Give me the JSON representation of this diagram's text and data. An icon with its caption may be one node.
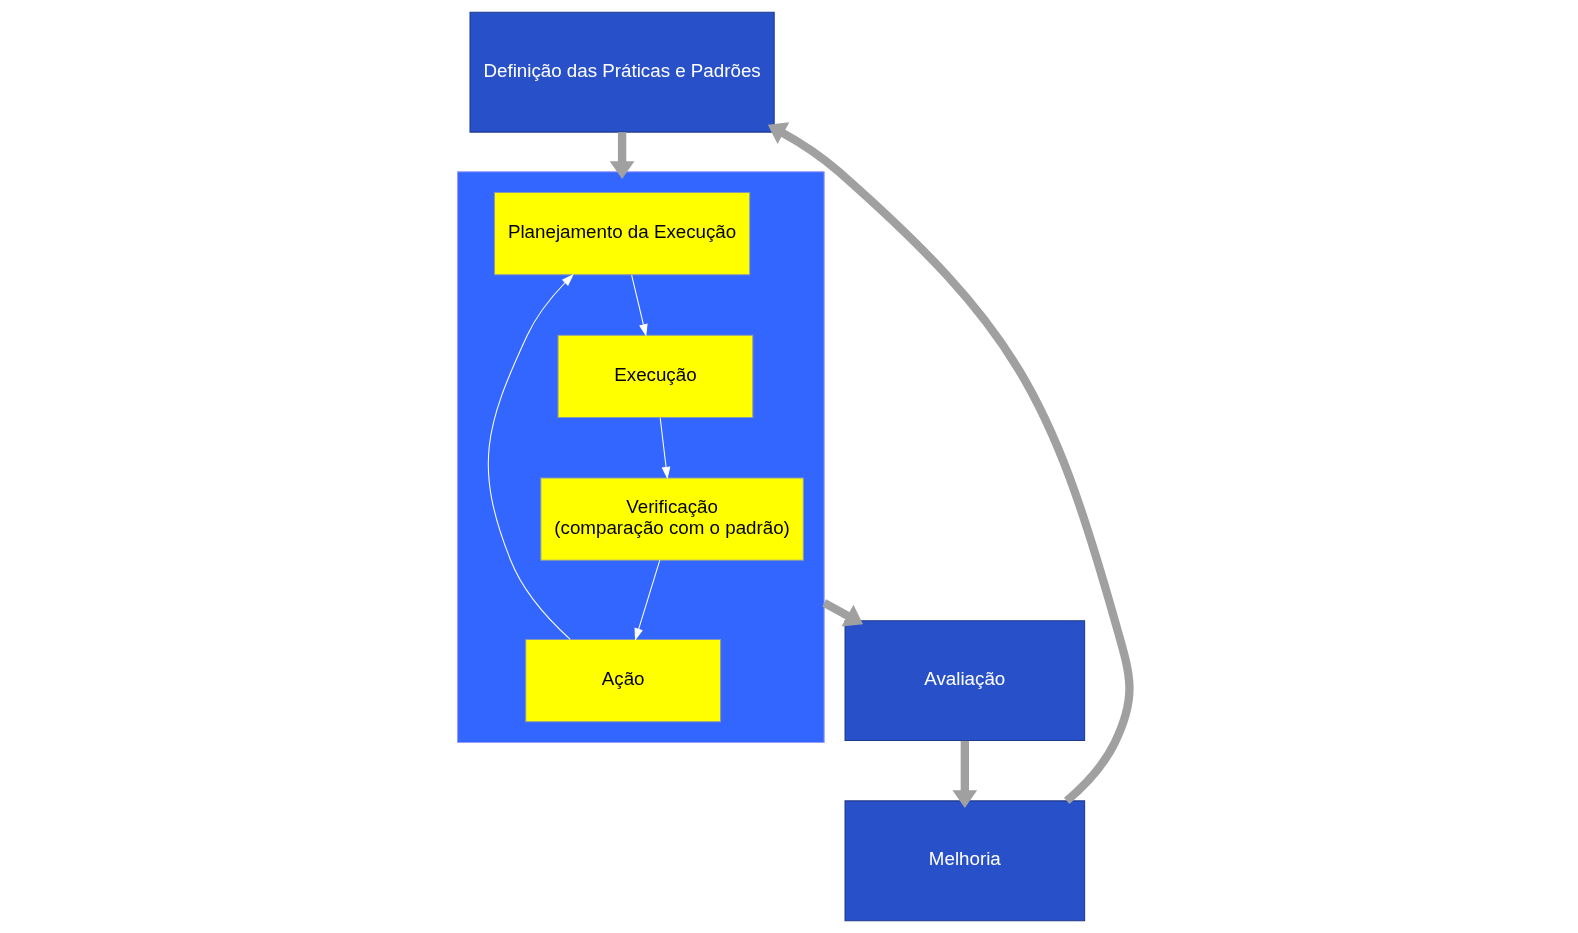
{
  "diagram": {
    "nodes": [
      {
        "text": [
          "Definição das Práticas e Padrões"
        ]
      },
      {
        "text": [],
        "shape": "box"
      },
      {
        "text": [
          "Planejamento da Execução"
        ],
        "in": 1
      },
      {
        "text": [
          "Execução"
        ],
        "in": 1
      },
      {
        "text": [
          "Verificação",
          "(comparação com o padrão)"
        ],
        "in": 1
      },
      {
        "text": [
          "Ação"
        ],
        "in": 1
      },
      {
        "text": [
          "Avaliação"
        ]
      },
      {
        "text": [
          "Melhoria"
        ]
      }
    ],
    "edges": [
      {
        "from": 0,
        "to": 1,
        "arrow": "to",
        "style": "thick",
        "color": "#a0a0a0"
      },
      {
        "from": 2,
        "to": 3,
        "arrow": "to",
        "color": "#ffffff"
      },
      {
        "from": 3,
        "to": 4,
        "arrow": "to",
        "color": "#ffffff"
      },
      {
        "from": 4,
        "to": 5,
        "arrow": "to",
        "color": "#ffffff"
      },
      {
        "from": 5,
        "to": 2,
        "arrow": "to",
        "color": "#ffffff"
      },
      {
        "from": 1,
        "to": 6,
        "arrow": "to",
        "style": "thick",
        "color": "#a0a0a0"
      },
      {
        "from": 6,
        "to": 7,
        "arrow": "to",
        "style": "thick",
        "color": "#a0a0a0"
      },
      {
        "from": 7,
        "to": 0,
        "arrow": "to",
        "style": "thick",
        "color": "#a0a0a0"
      }
    ]
  }
}
